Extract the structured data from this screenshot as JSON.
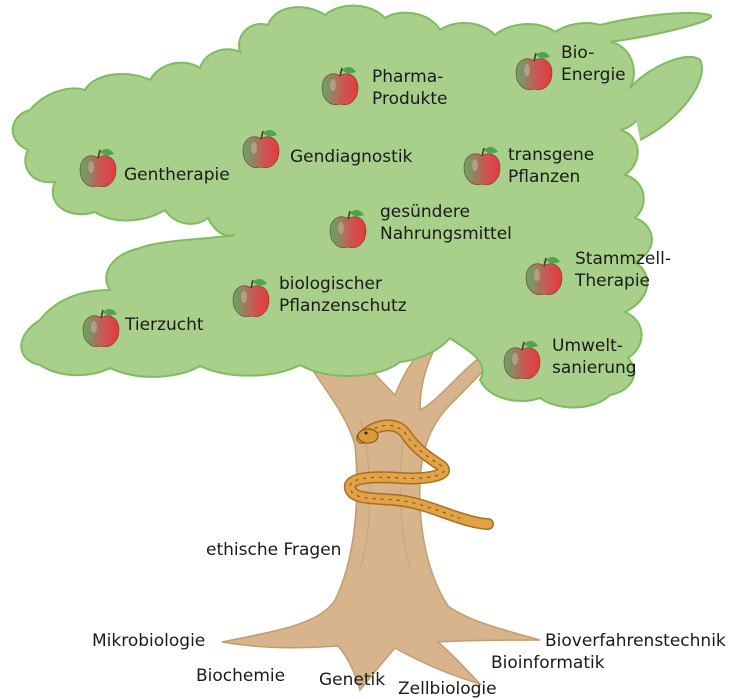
{
  "colors": {
    "foliage_fill": "#a8d08a",
    "foliage_stroke": "#7fbb62",
    "trunk": "#d7b48b",
    "trunk_edge": "#c49b6e",
    "apple_red": "#e04545",
    "apple_green": "#5faa6a",
    "snake": "#d89a3a"
  },
  "canopy": {
    "apples": [
      {
        "label_lines": [
          "Pharma-",
          "Produkte"
        ],
        "icon": "apple-icon"
      },
      {
        "label_lines": [
          "Bio-",
          "Energie"
        ],
        "icon": "apple-icon"
      },
      {
        "label_lines": [
          "Gentherapie"
        ],
        "icon": "apple-icon"
      },
      {
        "label_lines": [
          "Gendiagnostik"
        ],
        "icon": "apple-icon"
      },
      {
        "label_lines": [
          "transgene",
          "Pflanzen"
        ],
        "icon": "apple-icon"
      },
      {
        "label_lines": [
          "gesündere",
          "Nahrungsmittel"
        ],
        "icon": "apple-icon"
      },
      {
        "label_lines": [
          "Stammzell-",
          "Therapie"
        ],
        "icon": "apple-icon"
      },
      {
        "label_lines": [
          "Tierzucht"
        ],
        "icon": "apple-icon"
      },
      {
        "label_lines": [
          "biologischer",
          "Pflanzenschutz"
        ],
        "icon": "apple-icon"
      },
      {
        "label_lines": [
          "Umwelt-",
          "sanierung"
        ],
        "icon": "apple-icon"
      }
    ]
  },
  "trunk": {
    "label": "ethische Fragen",
    "icon": "snake-icon"
  },
  "roots": [
    {
      "label": "Mikrobiologie"
    },
    {
      "label": "Biochemie"
    },
    {
      "label": "Genetik"
    },
    {
      "label": "Zellbiologie"
    },
    {
      "label": "Bioinformatik"
    },
    {
      "label": "Bioverfahrenstechnik"
    }
  ]
}
